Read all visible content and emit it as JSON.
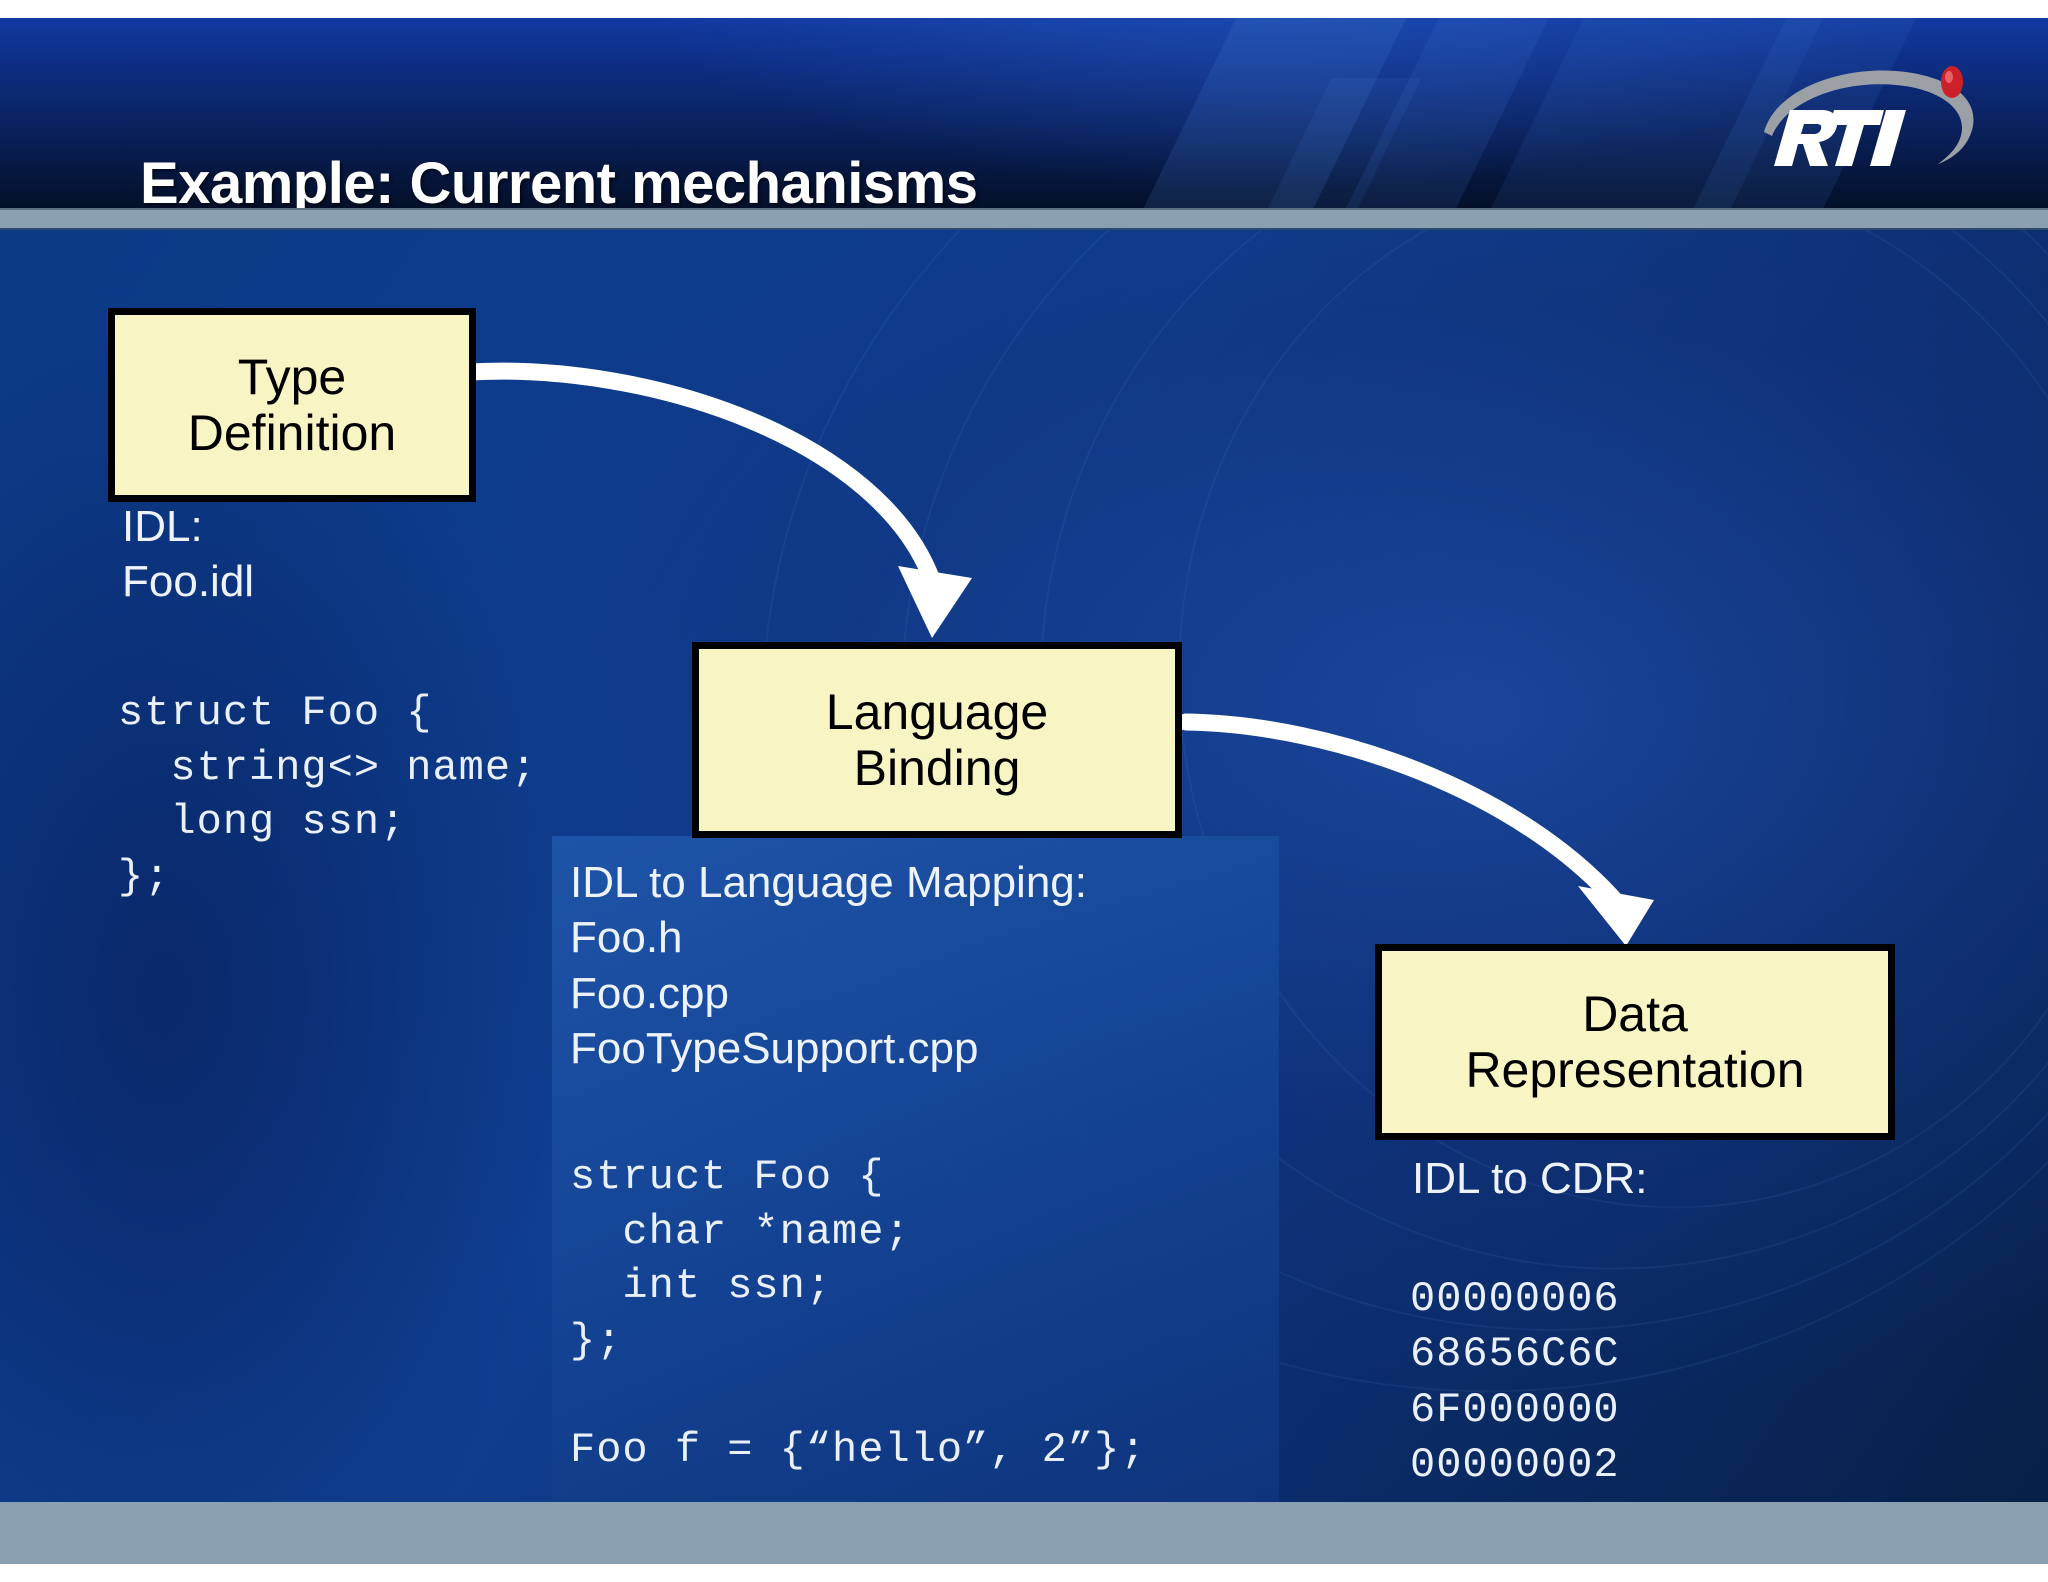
{
  "slide": {
    "title": "Example: Current mechanisms",
    "logo_text": "RTI",
    "accent_yellow": "#f8f5c4",
    "header_blue": "#0d2f86",
    "body_blue": "#0c3a86",
    "bottom_bar": "#8a9fb0",
    "logo_red": "#cc2128",
    "logo_gray": "#9aa0a6"
  },
  "boxes": {
    "type_definition": {
      "line1": "Type",
      "line2": "Definition"
    },
    "language_binding": {
      "line1": "Language",
      "line2": "Binding"
    },
    "data_representation": {
      "line1": "Data",
      "line2": "Representation"
    }
  },
  "left_column": {
    "label": "IDL:\nFoo.idl",
    "code": "struct Foo {\n  string<> name;\n  long ssn;\n};"
  },
  "middle_panel": {
    "label": "IDL to Language Mapping:\nFoo.h\nFoo.cpp\nFooTypeSupport.cpp",
    "code": "struct Foo {\n  char *name;\n  int ssn;\n};\n\nFoo f = {“hello”, 2”};"
  },
  "right_column": {
    "label": "IDL to CDR:",
    "code": "00000006\n68656C6C\n6F000000\n00000002"
  },
  "arrows": [
    {
      "name": "type-to-binding",
      "from": "Type Definition",
      "to": "Language Binding"
    },
    {
      "name": "binding-to-datarep",
      "from": "Language Binding",
      "to": "Data Representation"
    }
  ]
}
